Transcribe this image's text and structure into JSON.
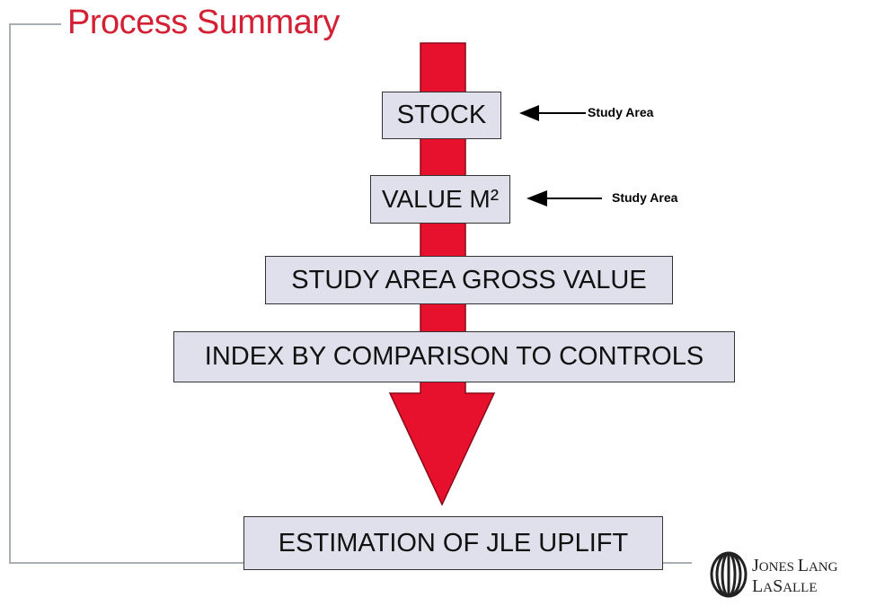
{
  "title": "Process Summary",
  "steps": [
    {
      "label": "STOCK"
    },
    {
      "label": "VALUE M²"
    },
    {
      "label": "STUDY AREA GROSS VALUE"
    },
    {
      "label": "INDEX BY COMPARISON TO CONTROLS"
    },
    {
      "label": "ESTIMATION OF JLE UPLIFT"
    }
  ],
  "annotations": [
    {
      "label": "Study Area"
    },
    {
      "label": "Study Area"
    }
  ],
  "logo": {
    "line1_initial": "J",
    "line1_rest": "ONES ",
    "line1_initial2": "L",
    "line1_rest2": "ANG",
    "line2_initial": "L",
    "line2_rest": "A",
    "line2_initial2": "S",
    "line2_rest2": "ALLE"
  },
  "colors": {
    "accent": "#d42035",
    "arrow": "#e8112d",
    "box": "#dfe0ec",
    "frame": "#a9aeb4"
  }
}
